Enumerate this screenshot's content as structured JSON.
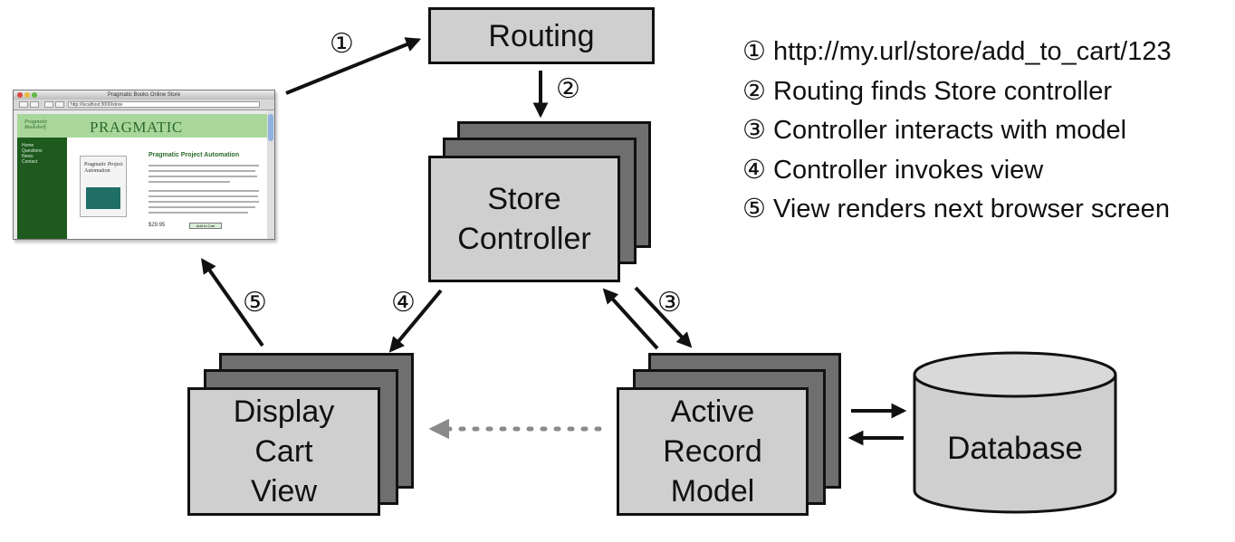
{
  "nodes": {
    "routing": "Routing",
    "store_controller": "Store\nController",
    "display_cart_view": "Display\nCart\nView",
    "active_record_model": "Active\nRecord\nModel",
    "database": "Database"
  },
  "step_markers": {
    "s1": "①",
    "s2": "②",
    "s3": "③",
    "s4": "④",
    "s5": "⑤"
  },
  "legend": [
    "① http://my.url/store/add_to_cart/123",
    "② Routing finds Store controller",
    "③ Controller interacts with model",
    "④ Controller invokes view",
    "⑤  View renders next browser screen"
  ],
  "browser": {
    "window_title": "Pragmatic Books Online Store",
    "url": "http://localhost:3000/store",
    "header_title": "PRAGMATIC BOOKSHELF",
    "logo_text": "Pragmatic Bookshelf",
    "side_items": [
      "Home",
      "Questions",
      "News",
      "Contact"
    ],
    "book_cover_title": "Pragmatic Project Automation",
    "product_title": "Pragmatic Project Automation",
    "price": "$29.95",
    "add_button": "Add to Cart"
  },
  "colors": {
    "box_light": "#cfcfcf",
    "box_dark": "#6f6f6f",
    "arrow": "#111111",
    "dotted_arrow": "#8a8a8a",
    "browser_header": "#a9d79b",
    "browser_sidebar": "#1e5a1e"
  }
}
